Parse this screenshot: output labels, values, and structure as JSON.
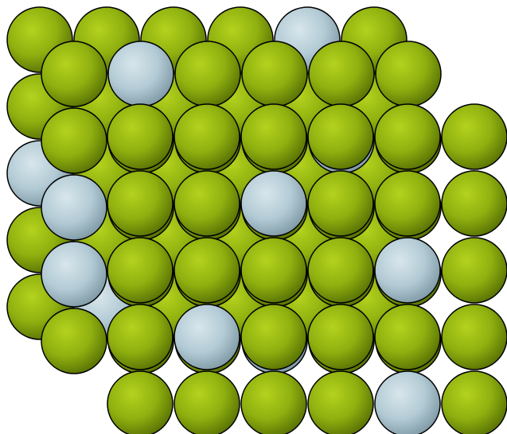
{
  "colors": {
    "background": "#ffffff",
    "primary_atom_light": "#b4d21e",
    "primary_atom_mid": "#8fb00f",
    "primary_atom_dark": "#577004",
    "substituted_atom_light": "#d8e6ec",
    "substituted_atom_mid": "#b3cbd5",
    "substituted_atom_dark": "#7d98a4",
    "outline": "#000000"
  },
  "lattice": {
    "layers": [
      {
        "name": "back-layer",
        "rows": 5,
        "cols": 6,
        "substituted": [
          [
            0,
            4
          ],
          [
            2,
            0
          ],
          [
            4,
            1
          ]
        ]
      },
      {
        "name": "middle-layer",
        "rows": 5,
        "cols": 6,
        "substituted": [
          [
            0,
            1
          ],
          [
            1,
            4
          ],
          [
            2,
            0
          ],
          [
            3,
            0
          ],
          [
            4,
            3
          ]
        ]
      },
      {
        "name": "front-layer",
        "rows": 5,
        "cols": 6,
        "substituted": [
          [
            1,
            2
          ],
          [
            2,
            4
          ],
          [
            3,
            1
          ],
          [
            4,
            4
          ]
        ]
      }
    ]
  }
}
